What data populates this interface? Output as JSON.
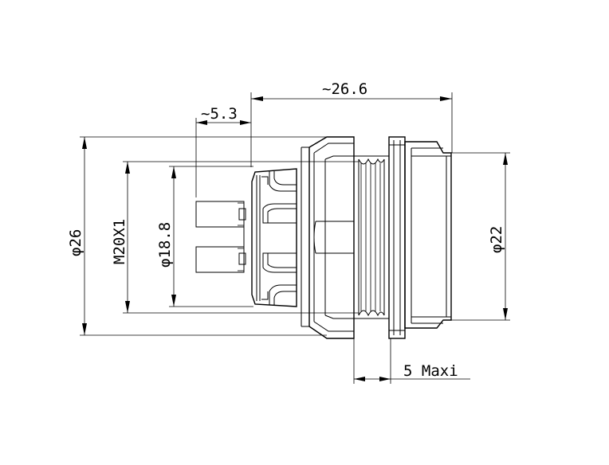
{
  "dimensions": {
    "overall_length": "~26.6",
    "pin_length": "~5.3",
    "outer_diameter": "φ26",
    "thread": "M20X1",
    "inner_diameter": "φ18.8",
    "front_diameter": "φ22",
    "panel_thickness": "5 Maxi"
  },
  "colors": {
    "line": "#000000",
    "background": "#ffffff"
  }
}
